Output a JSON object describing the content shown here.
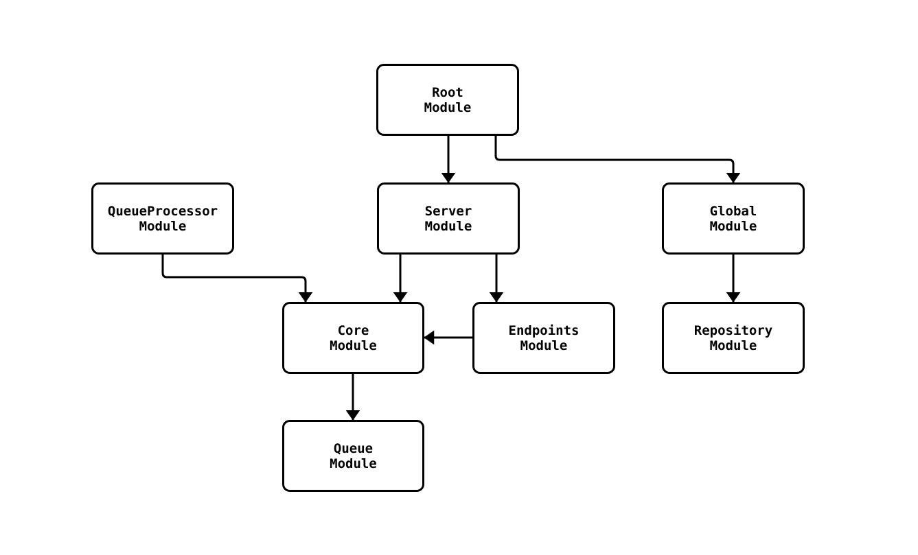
{
  "page": {
    "background_color": "#ffffff",
    "stroke_color": "#000000"
  },
  "diagram": {
    "type": "module-dependency-flowchart",
    "nodes": [
      {
        "id": "root",
        "line1": "Root",
        "line2": "Module"
      },
      {
        "id": "queue_processor",
        "line1": "QueueProcessor",
        "line2": "Module"
      },
      {
        "id": "server",
        "line1": "Server",
        "line2": "Module"
      },
      {
        "id": "global",
        "line1": "Global",
        "line2": "Module"
      },
      {
        "id": "core",
        "line1": "Core",
        "line2": "Module"
      },
      {
        "id": "endpoints",
        "line1": "Endpoints",
        "line2": "Module"
      },
      {
        "id": "repository",
        "line1": "Repository",
        "line2": "Module"
      },
      {
        "id": "queue",
        "line1": "Queue",
        "line2": "Module"
      }
    ],
    "edges": [
      {
        "from": "Root Module",
        "to": "Server Module"
      },
      {
        "from": "Root Module",
        "to": "Global Module"
      },
      {
        "from": "QueueProcessor Module",
        "to": "Core Module"
      },
      {
        "from": "Server Module",
        "to": "Core Module"
      },
      {
        "from": "Server Module",
        "to": "Endpoints Module"
      },
      {
        "from": "Endpoints Module",
        "to": "Core Module"
      },
      {
        "from": "Global Module",
        "to": "Repository Module"
      },
      {
        "from": "Core Module",
        "to": "Queue Module"
      }
    ]
  }
}
